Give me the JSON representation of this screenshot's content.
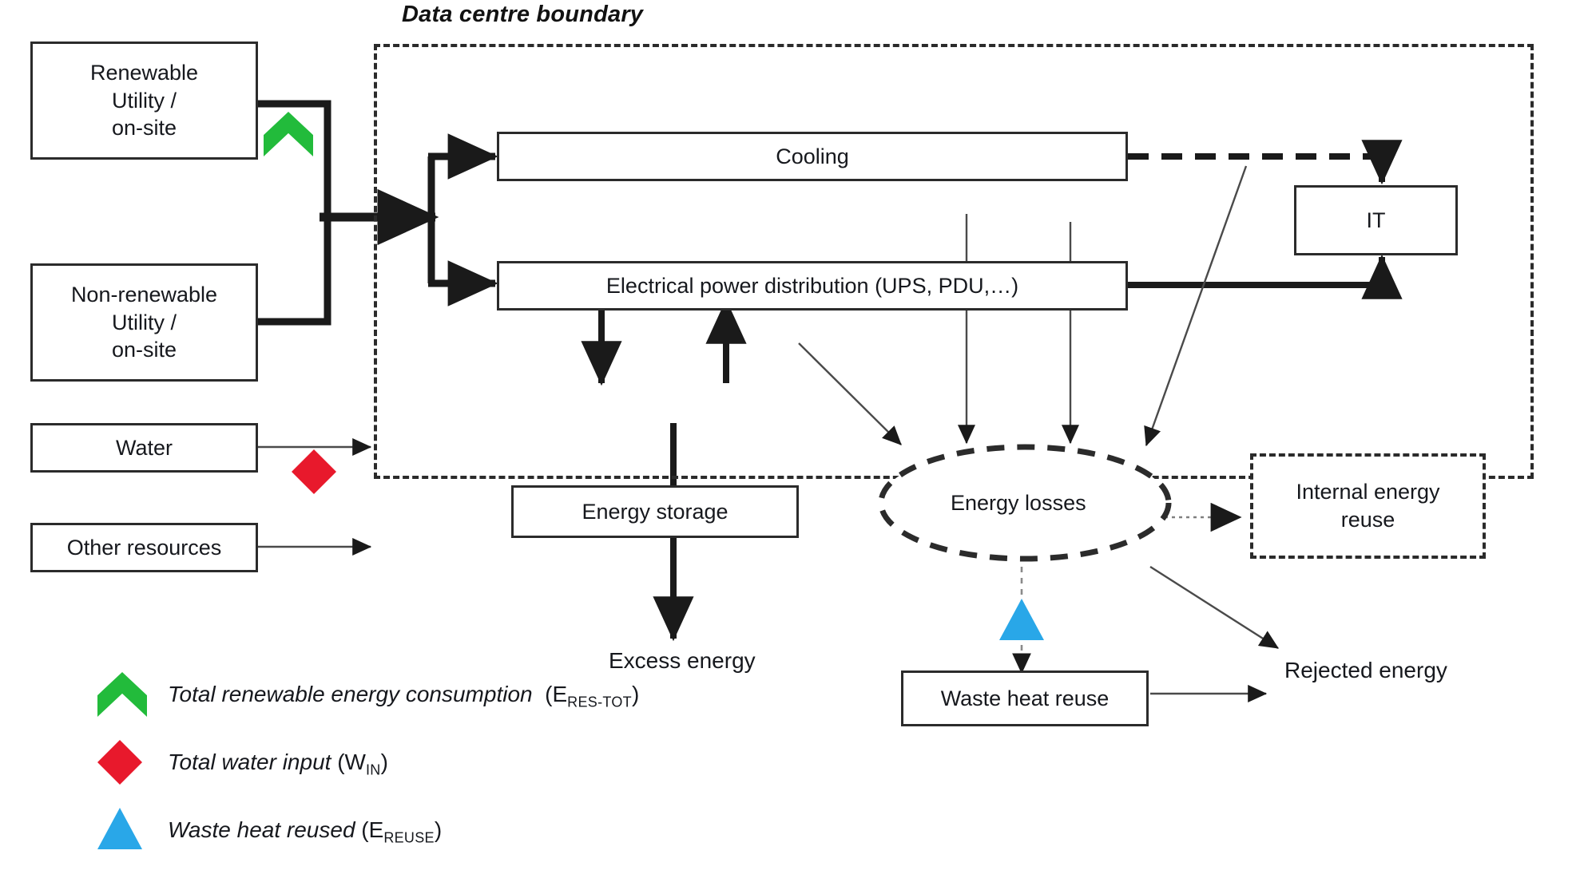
{
  "diagram": {
    "boundary_title": "Data centre boundary",
    "nodes": {
      "renewable": {
        "l1": "Renewable",
        "l2": "Utility /",
        "l3": "on-site"
      },
      "non_renewable": {
        "l1": "Non-renewable",
        "l2": "Utility /",
        "l3": "on-site"
      },
      "water": "Water",
      "other_resources": "Other resources",
      "cooling": "Cooling",
      "electrical": "Electrical power distribution (UPS, PDU,…)",
      "it": "IT",
      "energy_storage": "Energy storage",
      "energy_losses": "Energy losses",
      "internal_reuse": {
        "l1": "Internal energy",
        "l2": "reuse"
      },
      "waste_heat_reuse": "Waste heat reuse"
    },
    "flow_labels": {
      "excess_energy": "Excess energy",
      "rejected_energy": "Rejected energy"
    },
    "markers": {
      "renewable_chevron": "green-chevron-icon",
      "water_diamond": "red-diamond-icon",
      "waste_heat_triangle": "blue-triangle-icon"
    },
    "colors": {
      "chevron_green": "#22bb3b",
      "diamond_red": "#e8192c",
      "triangle_blue": "#29a7e8",
      "line_black": "#2b2b2b"
    }
  },
  "legend": {
    "items": [
      {
        "marker": "green-chevron-icon",
        "shape": "chevron",
        "color": "#22bb3b",
        "text": "Total renewable  energy consumption",
        "symbol_base": "E",
        "symbol_sub": "RES-TOT"
      },
      {
        "marker": "red-diamond-icon",
        "shape": "diamond",
        "color": "#e8192c",
        "text": "Total water input",
        "symbol_base": "W",
        "symbol_sub": "IN"
      },
      {
        "marker": "blue-triangle-icon",
        "shape": "triangle",
        "color": "#29a7e8",
        "text": "Waste heat reused",
        "symbol_base": "E",
        "symbol_sub": "REUSE"
      }
    ]
  }
}
